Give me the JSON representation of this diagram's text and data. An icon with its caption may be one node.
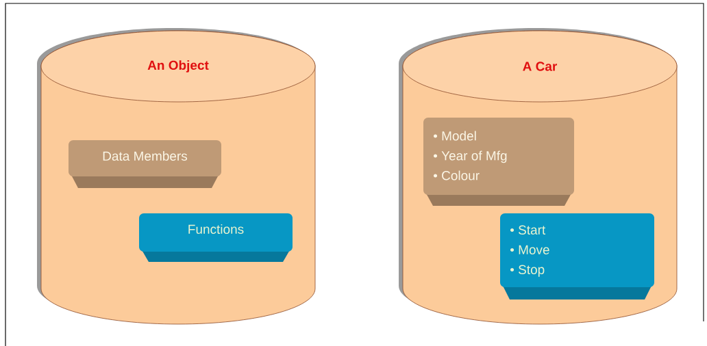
{
  "diagram": {
    "nodes": [
      {
        "text": [
          "An Object"
        ]
      },
      {
        "text": [
          "Data Members"
        ],
        "in": 0
      },
      {
        "text": [
          "Functions"
        ],
        "in": 0
      },
      {
        "text": [
          "A Car"
        ]
      },
      {
        "text": [
          "• Model",
          "• Year of Mfg",
          "• Colour"
        ],
        "in": 3
      },
      {
        "text": [
          "• Start",
          "• Move",
          "• Stop"
        ],
        "in": 3
      }
    ]
  }
}
